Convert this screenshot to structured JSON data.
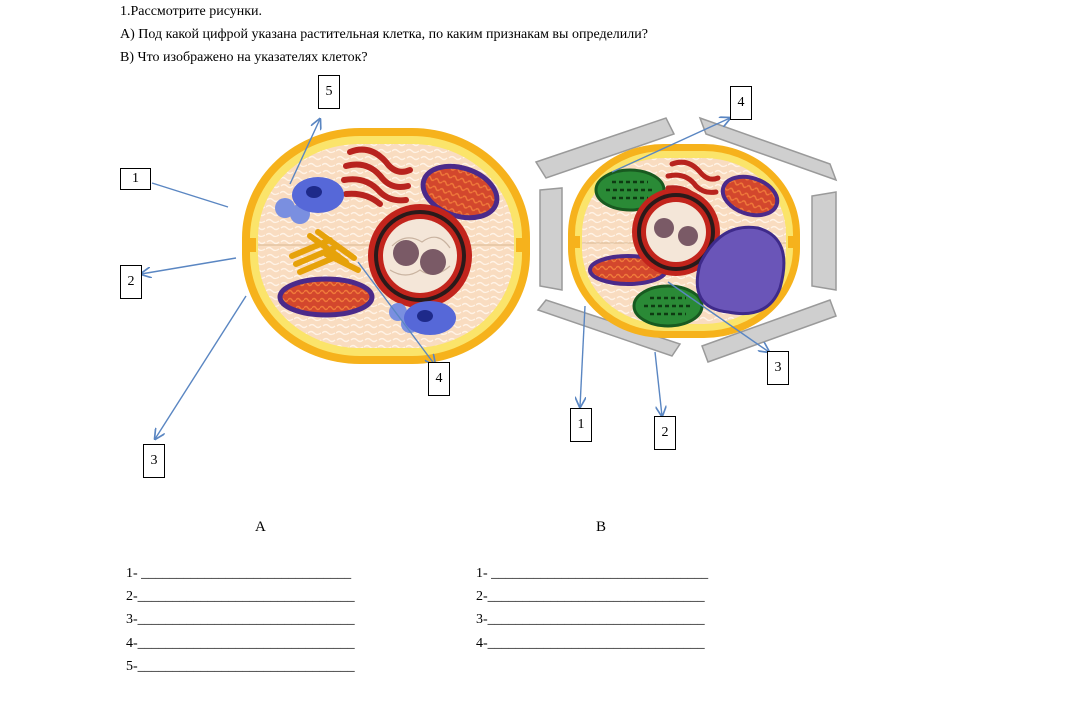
{
  "questions": {
    "q1": "1.Рассмотрите рисунки.",
    "qa": "А) Под какой цифрой указана растительная клетка, по каким признакам вы определили?",
    "qb": "В) Что изображено на указателях клеток?"
  },
  "figure_a": {
    "markers": [
      "1",
      "2",
      "3",
      "4",
      "5"
    ]
  },
  "figure_b": {
    "markers": [
      "1",
      "2",
      "3",
      "4"
    ]
  },
  "answers": {
    "a_title": "А",
    "b_title": "В",
    "a_lines": [
      "1- ______________________________",
      "2-_______________________________",
      "3-_______________________________",
      "4-_______________________________",
      "5-_______________________________"
    ],
    "b_lines": [
      "1- _______________________________",
      "2-_______________________________",
      "3-_______________________________",
      "4-_______________________________"
    ]
  }
}
